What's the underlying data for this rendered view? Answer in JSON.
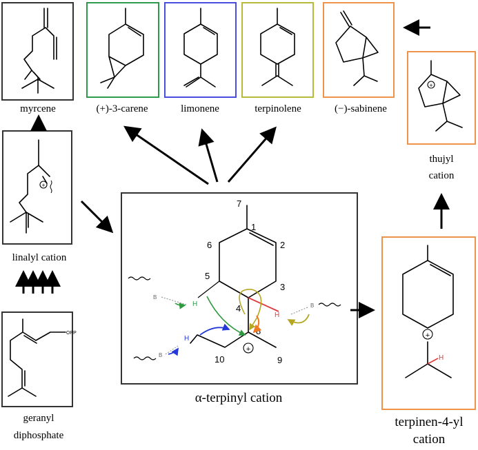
{
  "colors": {
    "green": "#2e9a4c",
    "blue": "#4a4ce0",
    "olive": "#b8ba3a",
    "orange": "#f0934a",
    "red": "#e03a3a",
    "arrow_green": "#2f9a3f",
    "arrow_blue": "#2438d8",
    "arrow_olive": "#b5a623",
    "arrow_orange": "#f07a22",
    "gray": "#666666"
  },
  "labels": {
    "myrcene": "myrcene",
    "carene": "(+)-3-carene",
    "limonene": "limonene",
    "terpinolene": "terpinolene",
    "sabinene": "(−)-sabinene",
    "linalyl": "linalyl cation",
    "geranyl_1": "geranyl",
    "geranyl_2": "diphosphate",
    "alpha_terpinyl": "α-terpinyl cation",
    "terpinen4yl_1": "terpinen-4-yl",
    "terpinen4yl_2": "cation",
    "thujyl_1": "thujyl",
    "thujyl_2": "cation"
  },
  "atoms": {
    "n1": "1",
    "n2": "2",
    "n3": "3",
    "n4": "4",
    "n5": "5",
    "n6": "6",
    "n7": "7",
    "n8": "8",
    "n9": "9",
    "n10": "10",
    "H": "H",
    "B": "B",
    "plus": "+",
    "opp": "OPP"
  }
}
